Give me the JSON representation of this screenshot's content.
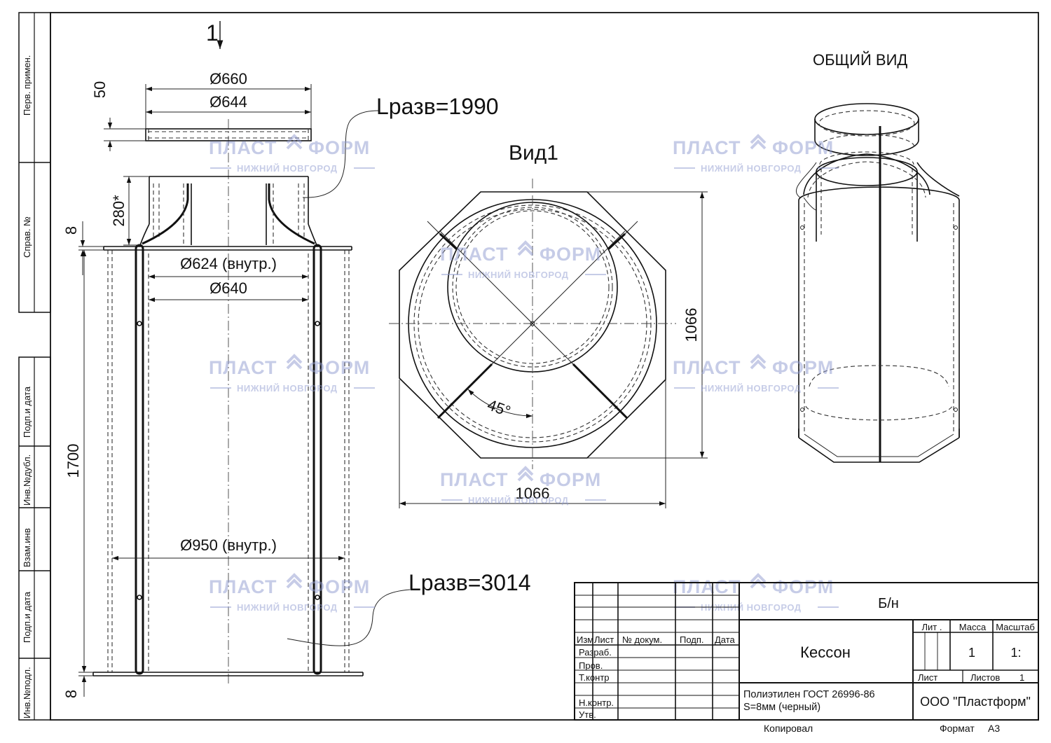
{
  "sidebar": {
    "labels": [
      "Перв. примен.",
      "Справ. №",
      "Подп.и дата",
      "Инв.№дубл.",
      "Взам.инв",
      "Подп.и дата",
      "Инв.№подл."
    ]
  },
  "views": {
    "section_marker": "1",
    "section_title": "Вид1",
    "general_title": "ОБЩИЙ ВИД"
  },
  "dimensions": {
    "lid_outer": "Ø660",
    "lid_inner": "Ø644",
    "lid_height": "50",
    "neck_height": "280*",
    "flange_top": "8",
    "neck_inner": "Ø624 (внутр.)",
    "neck_outer": "Ø640",
    "body_height": "1700",
    "body_inner": "Ø950 (внутр.)",
    "flange_bottom": "8",
    "unfold_neck": "Lразв=1990",
    "unfold_body": "Lразв=3014",
    "plan_width": "1066",
    "plan_height": "1066",
    "angle": "45°"
  },
  "watermark": {
    "brand": "ПЛАСТФОРМ",
    "brand_left": "ПЛАСТ",
    "brand_right": "ФОРМ",
    "city": "НИЖНИЙ НОВГОРОД"
  },
  "title_block": {
    "doc_number": "Б/н",
    "name": "Кессон",
    "material_line1": "Полиэтилен ГОСТ 26996-86",
    "material_line2": "S=8мм (черный)",
    "company": "ООО \"Пластформ\"",
    "col_headers": [
      "Изм",
      "Лист",
      "№ докум.",
      "Подп.",
      "Дата"
    ],
    "roles": [
      "Разраб.",
      "Пров.",
      "Т.контр",
      "",
      "Н.контр.",
      "Утв."
    ],
    "lit_label": "Лит .",
    "mass_label": "Масса",
    "scale_label": "Масштаб",
    "mass_value": "1",
    "scale_value": "1:",
    "sheet_label": "Лист",
    "sheets_label": "Листов",
    "sheets_value": "1",
    "copied_label": "Копировал",
    "format_label": "Формат",
    "format_value": "А3"
  }
}
